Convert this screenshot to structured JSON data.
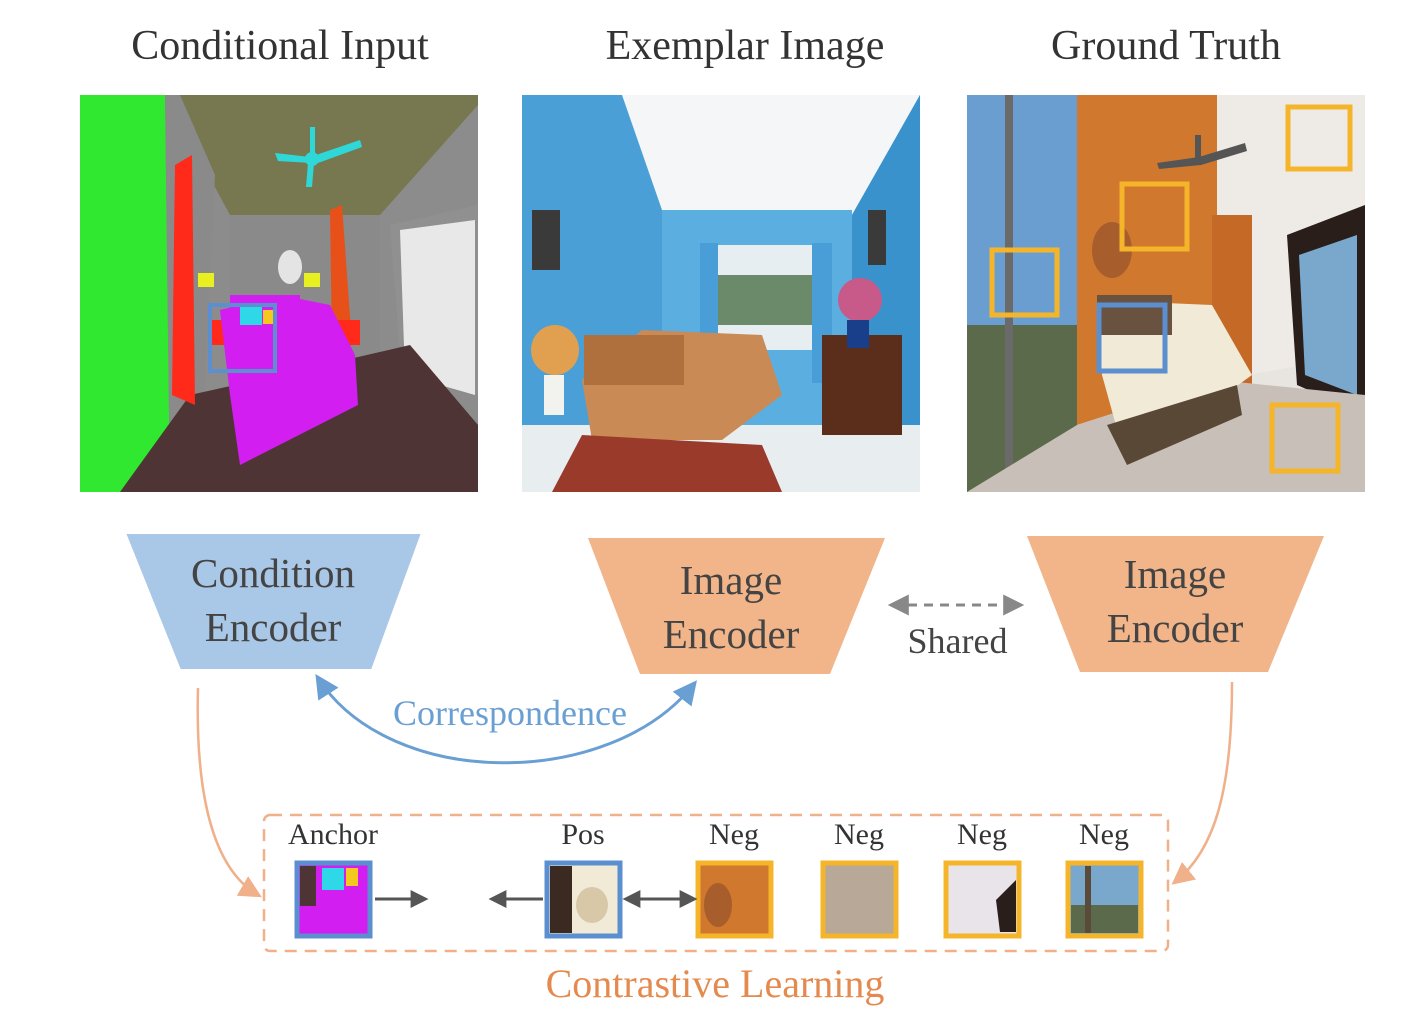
{
  "titles": {
    "conditional_input": "Conditional Input",
    "exemplar_image": "Exemplar Image",
    "ground_truth": "Ground Truth"
  },
  "encoders": {
    "condition": [
      "Condition",
      "Encoder"
    ],
    "image_exemplar": [
      "Image",
      "Encoder"
    ],
    "image_gt": [
      "Image",
      "Encoder"
    ]
  },
  "shared_label": "Shared",
  "correspondence_label": "Correspondence",
  "contrastive": {
    "title": "Contrastive Learning",
    "anchor": "Anchor",
    "pos": "Pos",
    "negs": [
      "Neg",
      "Neg",
      "Neg",
      "Neg"
    ]
  },
  "colors": {
    "condition_encoder": "#a9c7e6",
    "image_encoder": "#f2b58a",
    "anchor_box": "#5b8fd0",
    "neg_box": "#f5b52a",
    "arrow_orange": "#efb08a",
    "arrow_blue": "#6a9fd4",
    "contrastive_text": "#e58a4e"
  },
  "icons": [
    "ceiling-fan-icon",
    "double-arrow-icon"
  ]
}
